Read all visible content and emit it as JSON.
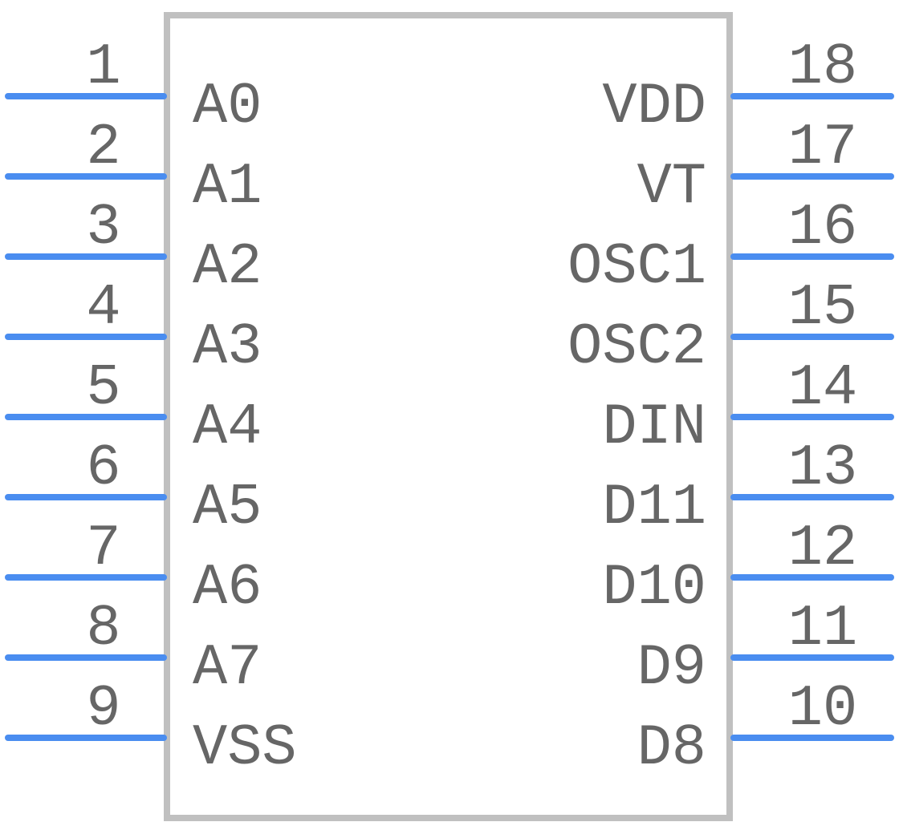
{
  "colors": {
    "pin": "#4a8df0",
    "body_outline": "#c0c0c0",
    "text": "#666666",
    "background": "#ffffff"
  },
  "left_pins": [
    {
      "number": "1",
      "name": "A0"
    },
    {
      "number": "2",
      "name": "A1"
    },
    {
      "number": "3",
      "name": "A2"
    },
    {
      "number": "4",
      "name": "A3"
    },
    {
      "number": "5",
      "name": "A4"
    },
    {
      "number": "6",
      "name": "A5"
    },
    {
      "number": "7",
      "name": "A6"
    },
    {
      "number": "8",
      "name": "A7"
    },
    {
      "number": "9",
      "name": "VSS"
    }
  ],
  "right_pins": [
    {
      "number": "18",
      "name": "VDD"
    },
    {
      "number": "17",
      "name": "VT"
    },
    {
      "number": "16",
      "name": "OSC1"
    },
    {
      "number": "15",
      "name": "OSC2"
    },
    {
      "number": "14",
      "name": "DIN"
    },
    {
      "number": "13",
      "name": "D11"
    },
    {
      "number": "12",
      "name": "D10"
    },
    {
      "number": "11",
      "name": "D9"
    },
    {
      "number": "10",
      "name": "D8"
    }
  ]
}
